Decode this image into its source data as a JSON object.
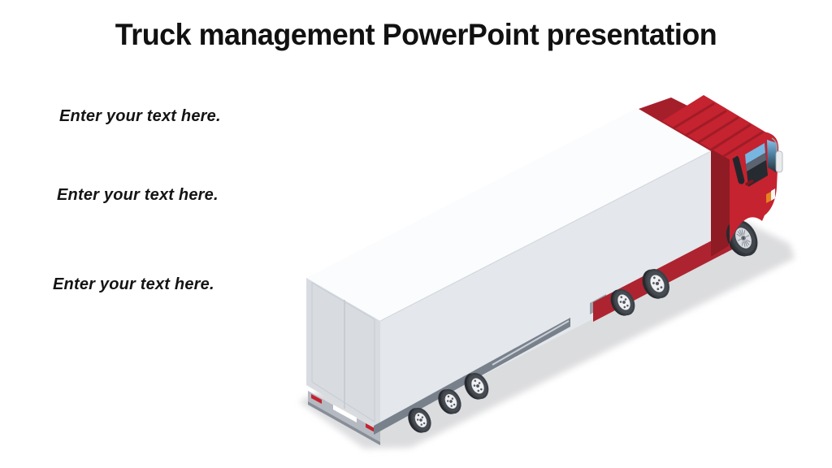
{
  "slide": {
    "title": "Truck management PowerPoint presentation",
    "text_placeholders": [
      "Enter your text here.",
      "Enter your text here.",
      "Enter your text here."
    ]
  },
  "illustration": {
    "name": "isometric-semi-truck",
    "cab": "red-tractor-cab",
    "trailer": "white-box-trailer"
  },
  "colors": {
    "title_text": "#111111",
    "truck_red": "#C4232F",
    "truck_red_dark": "#8F1B25",
    "truck_red_shade": "#A51F2B",
    "chassis_red": "#AD2430",
    "trailer_top": "#FBFCFD",
    "trailer_side": "#E4E7EB",
    "trailer_rear": "#D8DCE1",
    "bumper_gray": "#B5BAC2",
    "rail_gray": "#78808B",
    "tire_dark": "#3C4046",
    "hub_light": "#EFF1F3",
    "window_blue": "#79B5E1",
    "window_dark": "#262A31",
    "ground_shadow": "#DBDCDE"
  }
}
